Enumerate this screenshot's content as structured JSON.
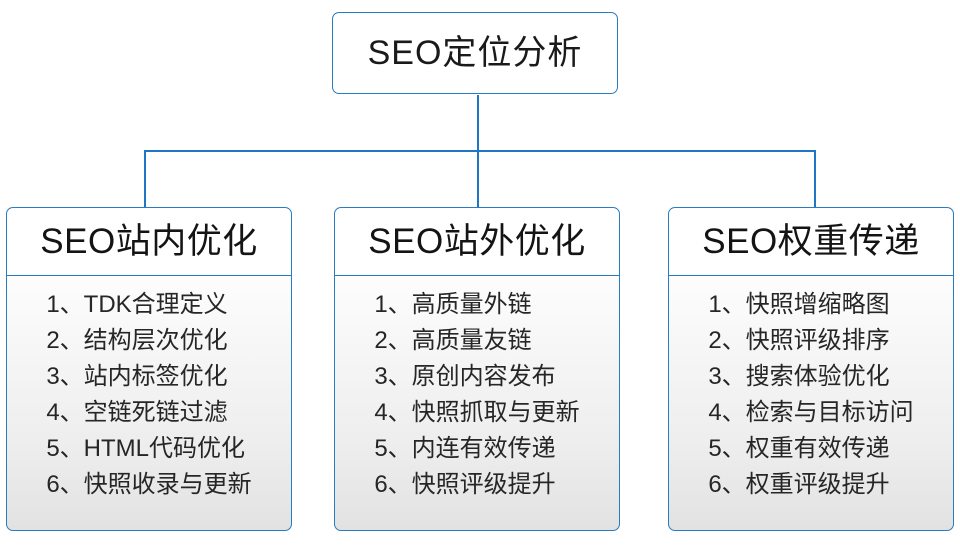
{
  "diagram": {
    "root": {
      "label": "SEO定位分析"
    },
    "columns": [
      {
        "header": "SEO站内优化",
        "items": [
          {
            "index": "1、",
            "text": "TDK合理定义"
          },
          {
            "index": "2、",
            "text": "结构层次优化"
          },
          {
            "index": "3、",
            "text": "站内标签优化"
          },
          {
            "index": "4、",
            "text": "空链死链过滤"
          },
          {
            "index": "5、",
            "text": "HTML代码优化"
          },
          {
            "index": "6、",
            "text": "快照收录与更新"
          }
        ]
      },
      {
        "header": "SEO站外优化",
        "items": [
          {
            "index": "1、",
            "text": "高质量外链"
          },
          {
            "index": "2、",
            "text": "高质量友链"
          },
          {
            "index": "3、",
            "text": "原创内容发布"
          },
          {
            "index": "4、",
            "text": "快照抓取与更新"
          },
          {
            "index": "5、",
            "text": "内连有效传递"
          },
          {
            "index": "6、",
            "text": "快照评级提升"
          }
        ]
      },
      {
        "header": "SEO权重传递",
        "items": [
          {
            "index": "1、",
            "text": "快照增缩略图"
          },
          {
            "index": "2、",
            "text": "快照评级排序"
          },
          {
            "index": "3、",
            "text": "搜索体验优化"
          },
          {
            "index": "4、",
            "text": "检索与目标访问"
          },
          {
            "index": "5、",
            "text": "权重有效传递"
          },
          {
            "index": "6、",
            "text": "权重评级提升"
          }
        ]
      }
    ],
    "colors": {
      "border_blue": "#2a7bbf",
      "connector_blue": "#1f76c4",
      "header_fill": "#ffffff",
      "body_fill_top": "#fdfdfd",
      "body_fill_bottom": "#e2e2e2",
      "text": "#1a1a1a"
    }
  }
}
